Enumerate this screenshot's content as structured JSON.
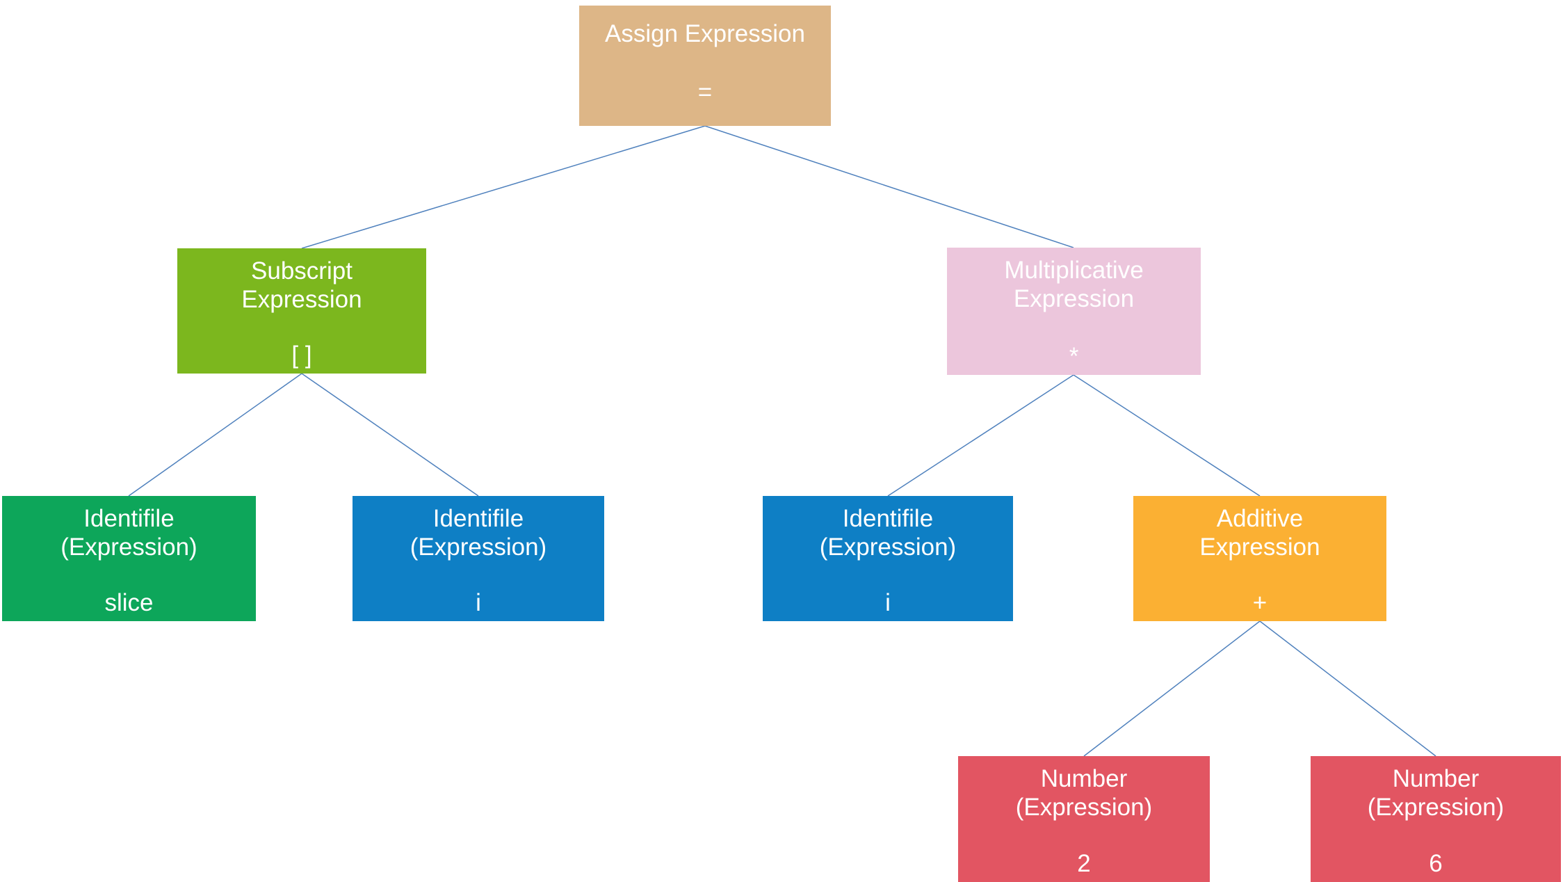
{
  "colors": {
    "edge": "#4F81BD",
    "text": "#FFFFFF",
    "background": "#FFFFFF",
    "assign": "#DDB687",
    "subscript": "#7CB71E",
    "multiplicative": "#ECC6DC",
    "identifile_slice": "#0DA65A",
    "identifile_i": "#0E7FC5",
    "additive": "#FBB033",
    "number": "#E25562"
  },
  "nodes": [
    {
      "id": "assign",
      "label": "Assign Expression",
      "value": "=",
      "color": "#DDB687"
    },
    {
      "id": "subscript",
      "label": "Subscript\nExpression",
      "value": "[ ]",
      "color": "#7CB71E"
    },
    {
      "id": "multiplicative",
      "label": "Multiplicative\nExpression",
      "value": "*",
      "color": "#ECC6DC"
    },
    {
      "id": "identifile-slice",
      "label": "Identifile\n(Expression)",
      "value": "slice",
      "color": "#0DA65A"
    },
    {
      "id": "identifile-i-left",
      "label": "Identifile\n(Expression)",
      "value": "i",
      "color": "#0E7FC5"
    },
    {
      "id": "identifile-i-right",
      "label": "Identifile\n(Expression)",
      "value": "i",
      "color": "#0E7FC5"
    },
    {
      "id": "additive",
      "label": "Additive\nExpression",
      "value": "+",
      "color": "#FBB033"
    },
    {
      "id": "number-2",
      "label": "Number\n(Expression)",
      "value": "2",
      "color": "#E25562"
    },
    {
      "id": "number-6",
      "label": "Number\n(Expression)",
      "value": "6",
      "color": "#E25562"
    }
  ],
  "edges": [
    {
      "from": "assign",
      "to": "subscript"
    },
    {
      "from": "assign",
      "to": "multiplicative"
    },
    {
      "from": "subscript",
      "to": "identifile-slice"
    },
    {
      "from": "subscript",
      "to": "identifile-i-left"
    },
    {
      "from": "multiplicative",
      "to": "identifile-i-right"
    },
    {
      "from": "multiplicative",
      "to": "additive"
    },
    {
      "from": "additive",
      "to": "number-2"
    },
    {
      "from": "additive",
      "to": "number-6"
    }
  ]
}
